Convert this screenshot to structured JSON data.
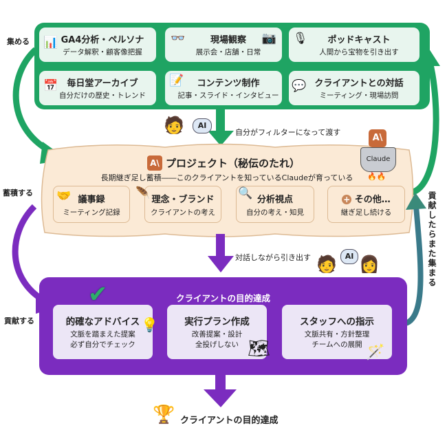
{
  "side_labels": {
    "collect": "集める",
    "accumulate": "蓄積する",
    "contribute": "貢献する",
    "loop": "貢献したらまた集まる"
  },
  "sources": [
    {
      "title": "GA4分析・ペルソナ",
      "sub": "データ解釈・顧客像把握",
      "icon": "analytics-icon"
    },
    {
      "title": "現場観察",
      "sub": "展示会・店舗・日常",
      "icon": "glasses-icon"
    },
    {
      "title": "ポッドキャスト",
      "sub": "人間から宝物を引き出す",
      "icon": "microphone-icon"
    },
    {
      "title": "毎日堂アーカイブ",
      "sub": "自分だけの歴史・トレンド",
      "icon": "calendar-icon"
    },
    {
      "title": "コンテンツ制作",
      "sub": "記事・スライド・インタビュー",
      "icon": "notepad-icon"
    },
    {
      "title": "クライアントとの対話",
      "sub": "ミーティング・現場訪問",
      "icon": "conversation-icon"
    }
  ],
  "filter": {
    "text": "自分がフィルターになって渡す",
    "ai": "AI"
  },
  "project": {
    "title": "プロジェクト（秘伝のたれ）",
    "sub": "長期継ぎ足し蓄積――このクライアントを知っているClaudeが育っている",
    "logo": "A\\",
    "pot": "Claude",
    "items": [
      {
        "title": "議事録",
        "sub": "ミーティング記録"
      },
      {
        "title": "理念・ブランド",
        "sub": "クライアントの考え"
      },
      {
        "title": "分析視点",
        "sub": "自分の考え・知見"
      },
      {
        "title": "その他…",
        "sub": "継ぎ足し続ける"
      }
    ]
  },
  "dialog": {
    "text": "対話しながら引き出す",
    "ai": "AI"
  },
  "outcome": {
    "title": "クライアントの目的達成",
    "items": [
      {
        "title": "的確なアドバイス",
        "lines": [
          "文脈を踏まえた提案",
          "必ず自分でチェック"
        ]
      },
      {
        "title": "実行プラン作成",
        "lines": [
          "改善提案・設計",
          "全投げしない"
        ]
      },
      {
        "title": "スタッフへの指示",
        "lines": [
          "文脈共有・方針整理",
          "チームへの展開"
        ]
      }
    ]
  },
  "goal": "クライアントの目的達成",
  "colors": {
    "green": "#1fa463",
    "purple": "#7b2cbf",
    "cream": "#fbead6"
  }
}
